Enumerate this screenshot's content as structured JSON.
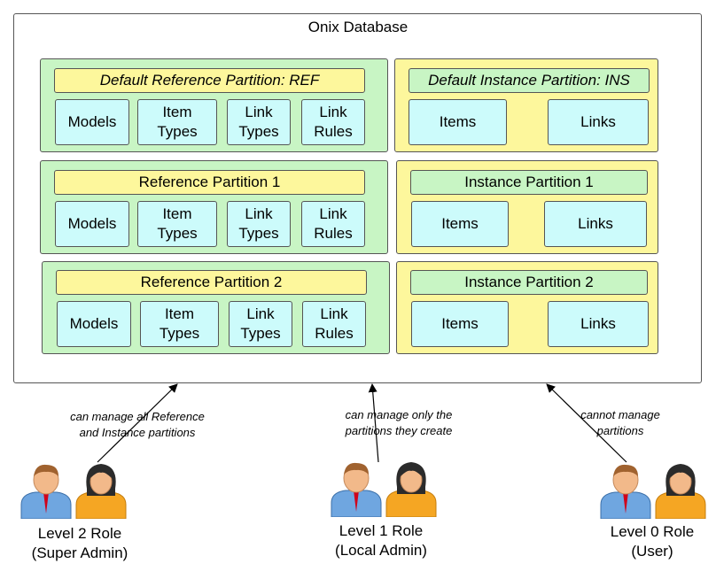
{
  "database": {
    "title": "Onix Database"
  },
  "reference_partitions": [
    {
      "title": "Default Reference Partition: REF",
      "italic": true,
      "items": [
        "Models",
        "Item\nTypes",
        "Link\nTypes",
        "Link\nRules"
      ]
    },
    {
      "title": "Reference Partition 1",
      "italic": false,
      "items": [
        "Models",
        "Item\nTypes",
        "Link\nTypes",
        "Link\nRules"
      ]
    },
    {
      "title": "Reference Partition 2",
      "italic": false,
      "items": [
        "Models",
        "Item\nTypes",
        "Link\nTypes",
        "Link\nRules"
      ]
    }
  ],
  "instance_partitions": [
    {
      "title": "Default Instance Partition: INS",
      "italic": true,
      "items": [
        "Items",
        "Links"
      ]
    },
    {
      "title": "Instance Partition 1",
      "italic": false,
      "items": [
        "Items",
        "Links"
      ]
    },
    {
      "title": "Instance Partition 2",
      "italic": false,
      "items": [
        "Items",
        "Links"
      ]
    }
  ],
  "roles": [
    {
      "caption": "can manage all Reference\nand Instance partitions",
      "name": "Level 2 Role",
      "subtitle": "(Super Admin)"
    },
    {
      "caption": "can manage only the\npartitions they create",
      "name": "Level 1 Role",
      "subtitle": "(Local Admin)"
    },
    {
      "caption": "cannot manage\npartitions",
      "name": "Level 0 Role",
      "subtitle": "(User)"
    }
  ],
  "colors": {
    "reference_partition": "#c8f5c4",
    "instance_partition": "#fdf79c",
    "item_box": "#ccfbfb",
    "male_shirt": "#6fa6e0",
    "female_shirt": "#f5a623",
    "skin": "#f2b98a"
  },
  "icons": [
    "male-user-icon",
    "female-user-icon",
    "arrow-icon"
  ]
}
